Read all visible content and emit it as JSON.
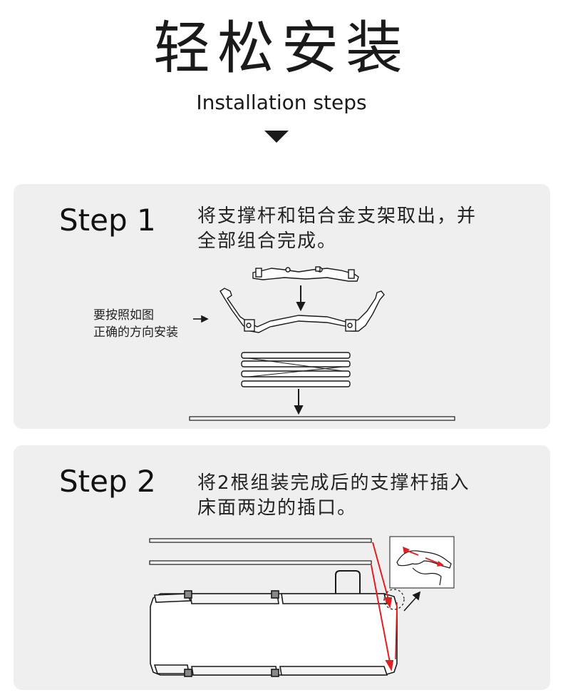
{
  "header": {
    "title": "轻松安装",
    "subtitle": "Installation steps"
  },
  "steps": [
    {
      "label": "Step 1",
      "text_line1": "将支撑杆和铝合金支架取出，并",
      "text_line2": "全部组合完成。",
      "note_line1": "要按照如图",
      "note_line2": "正确的方向安装"
    },
    {
      "label": "Step 2",
      "text_line1": "将2根组装完成后的支撑杆插入",
      "text_line2": "床面两边的插口。"
    }
  ],
  "colors": {
    "panel_bg": "#efefef",
    "accent_red": "#e02020",
    "ink": "#1a1a1a"
  }
}
